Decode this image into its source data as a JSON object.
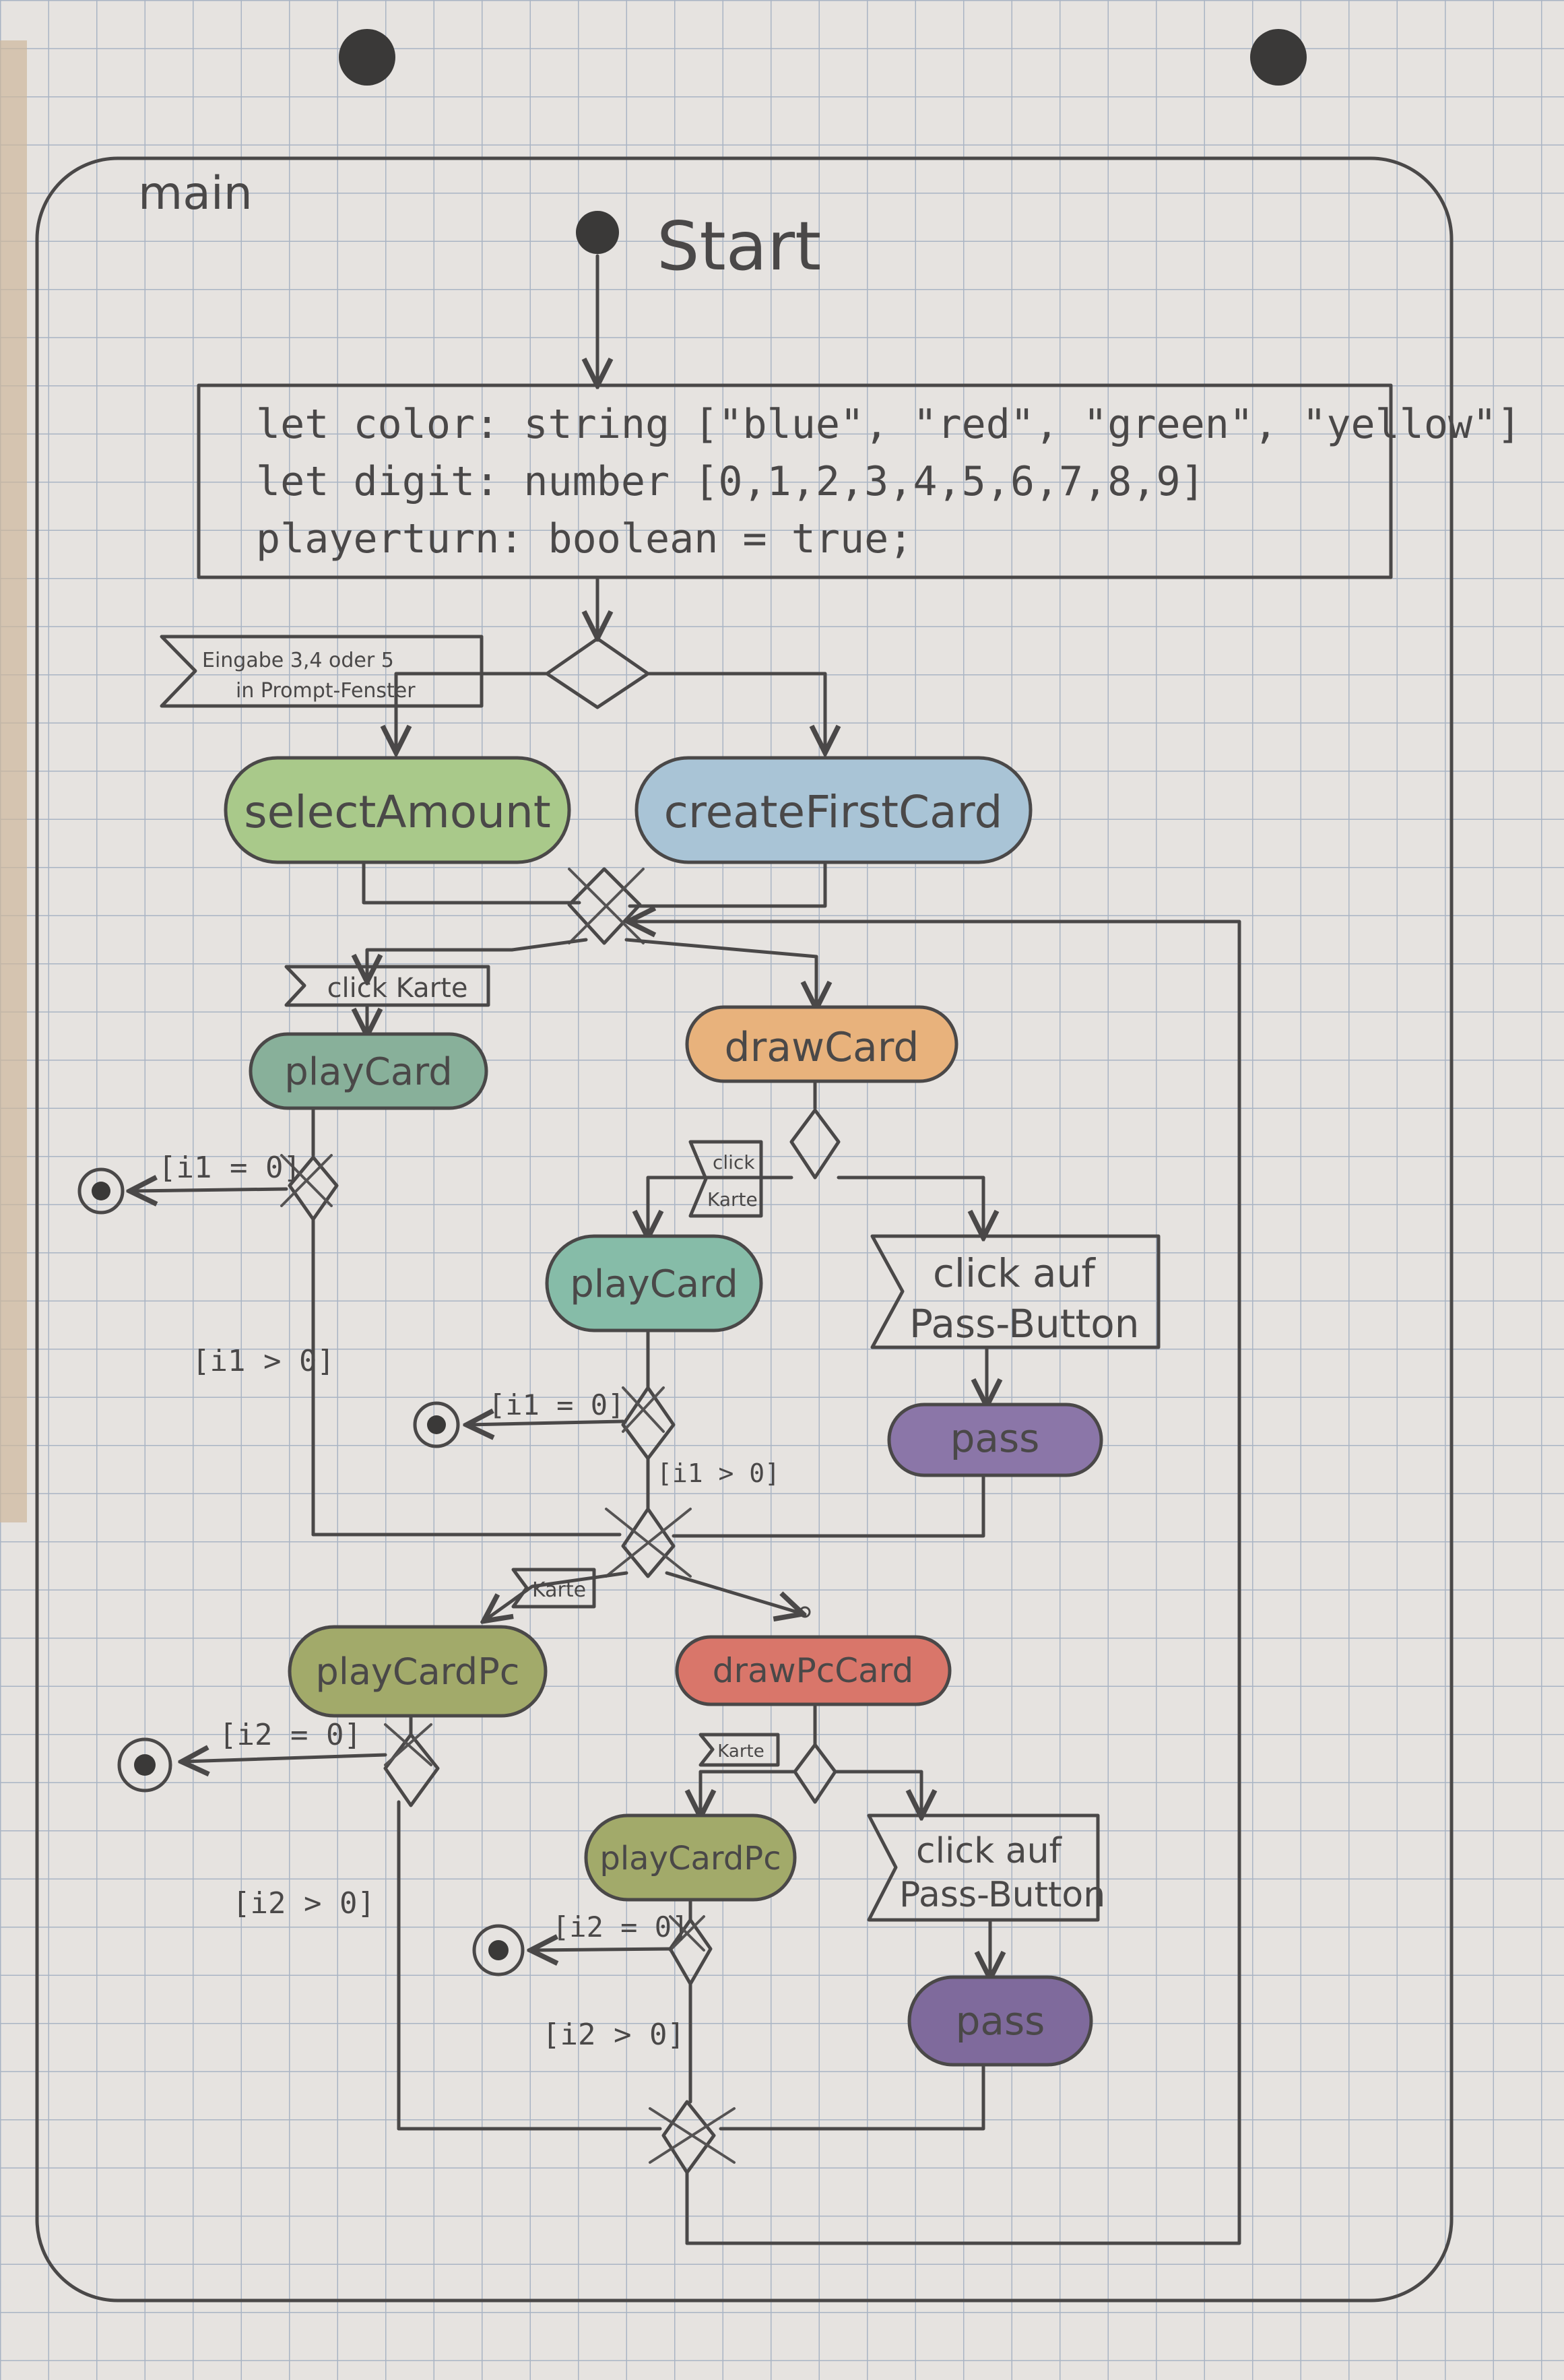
{
  "frame": {
    "label": "main"
  },
  "start": {
    "label": "Start"
  },
  "init_block": {
    "line1": "let color: string [\"blue\", \"red\", \"green\", \"yellow\"]",
    "line2": "let digit: number [0,1,2,3,4,5,6,7,8,9]",
    "line3": "playerturn: boolean = true;"
  },
  "signals": {
    "input_prompt_1": "Eingabe 3,4 oder 5",
    "input_prompt_2": "in Prompt-Fenster",
    "click_card": "click Karte",
    "click_small_1": "click",
    "click_small_2": "Karte",
    "click_pass_1_a": "click auf",
    "click_pass_1_b": "Pass-Button",
    "karte_2": "Karte",
    "karte_3": "Karte",
    "click_pass_2_a": "click auf",
    "click_pass_2_b": "Pass-Button"
  },
  "actions": {
    "select_amount": "selectAmount",
    "create_first_card": "createFirstCard",
    "play_card_1": "playCard",
    "draw_card": "drawCard",
    "play_card_2": "playCard",
    "pass_1": "pass",
    "play_card_pc_1": "playCardPc",
    "draw_pc_card": "drawPcCard",
    "play_card_pc_2": "playCardPc",
    "pass_2": "pass"
  },
  "guards": {
    "g1_zero": "[i1 = 0]",
    "g1_gt": "[i1 > 0]",
    "g2_zero": "[i1 = 0]",
    "g2_gt": "[i1 > 0]",
    "g3_zero": "[i2 = 0]",
    "g3_gt": "[i2 > 0]",
    "g4_zero": "[i2 = 0]",
    "g4_gt": "[i2 > 0]"
  },
  "colors": {
    "paper": "#e6e3e0",
    "grid": "#a9b4c4",
    "ink": "#4a4848",
    "green_light": "#a9c98a",
    "blue_light": "#a9c4d6",
    "green_teal": "#88b09a",
    "orange": "#e8b27c",
    "teal": "#86bca8",
    "purple": "#8b76a8",
    "olive": "#a2aa6a",
    "red": "#d9766a",
    "purple_dark": "#7f6a9c"
  }
}
